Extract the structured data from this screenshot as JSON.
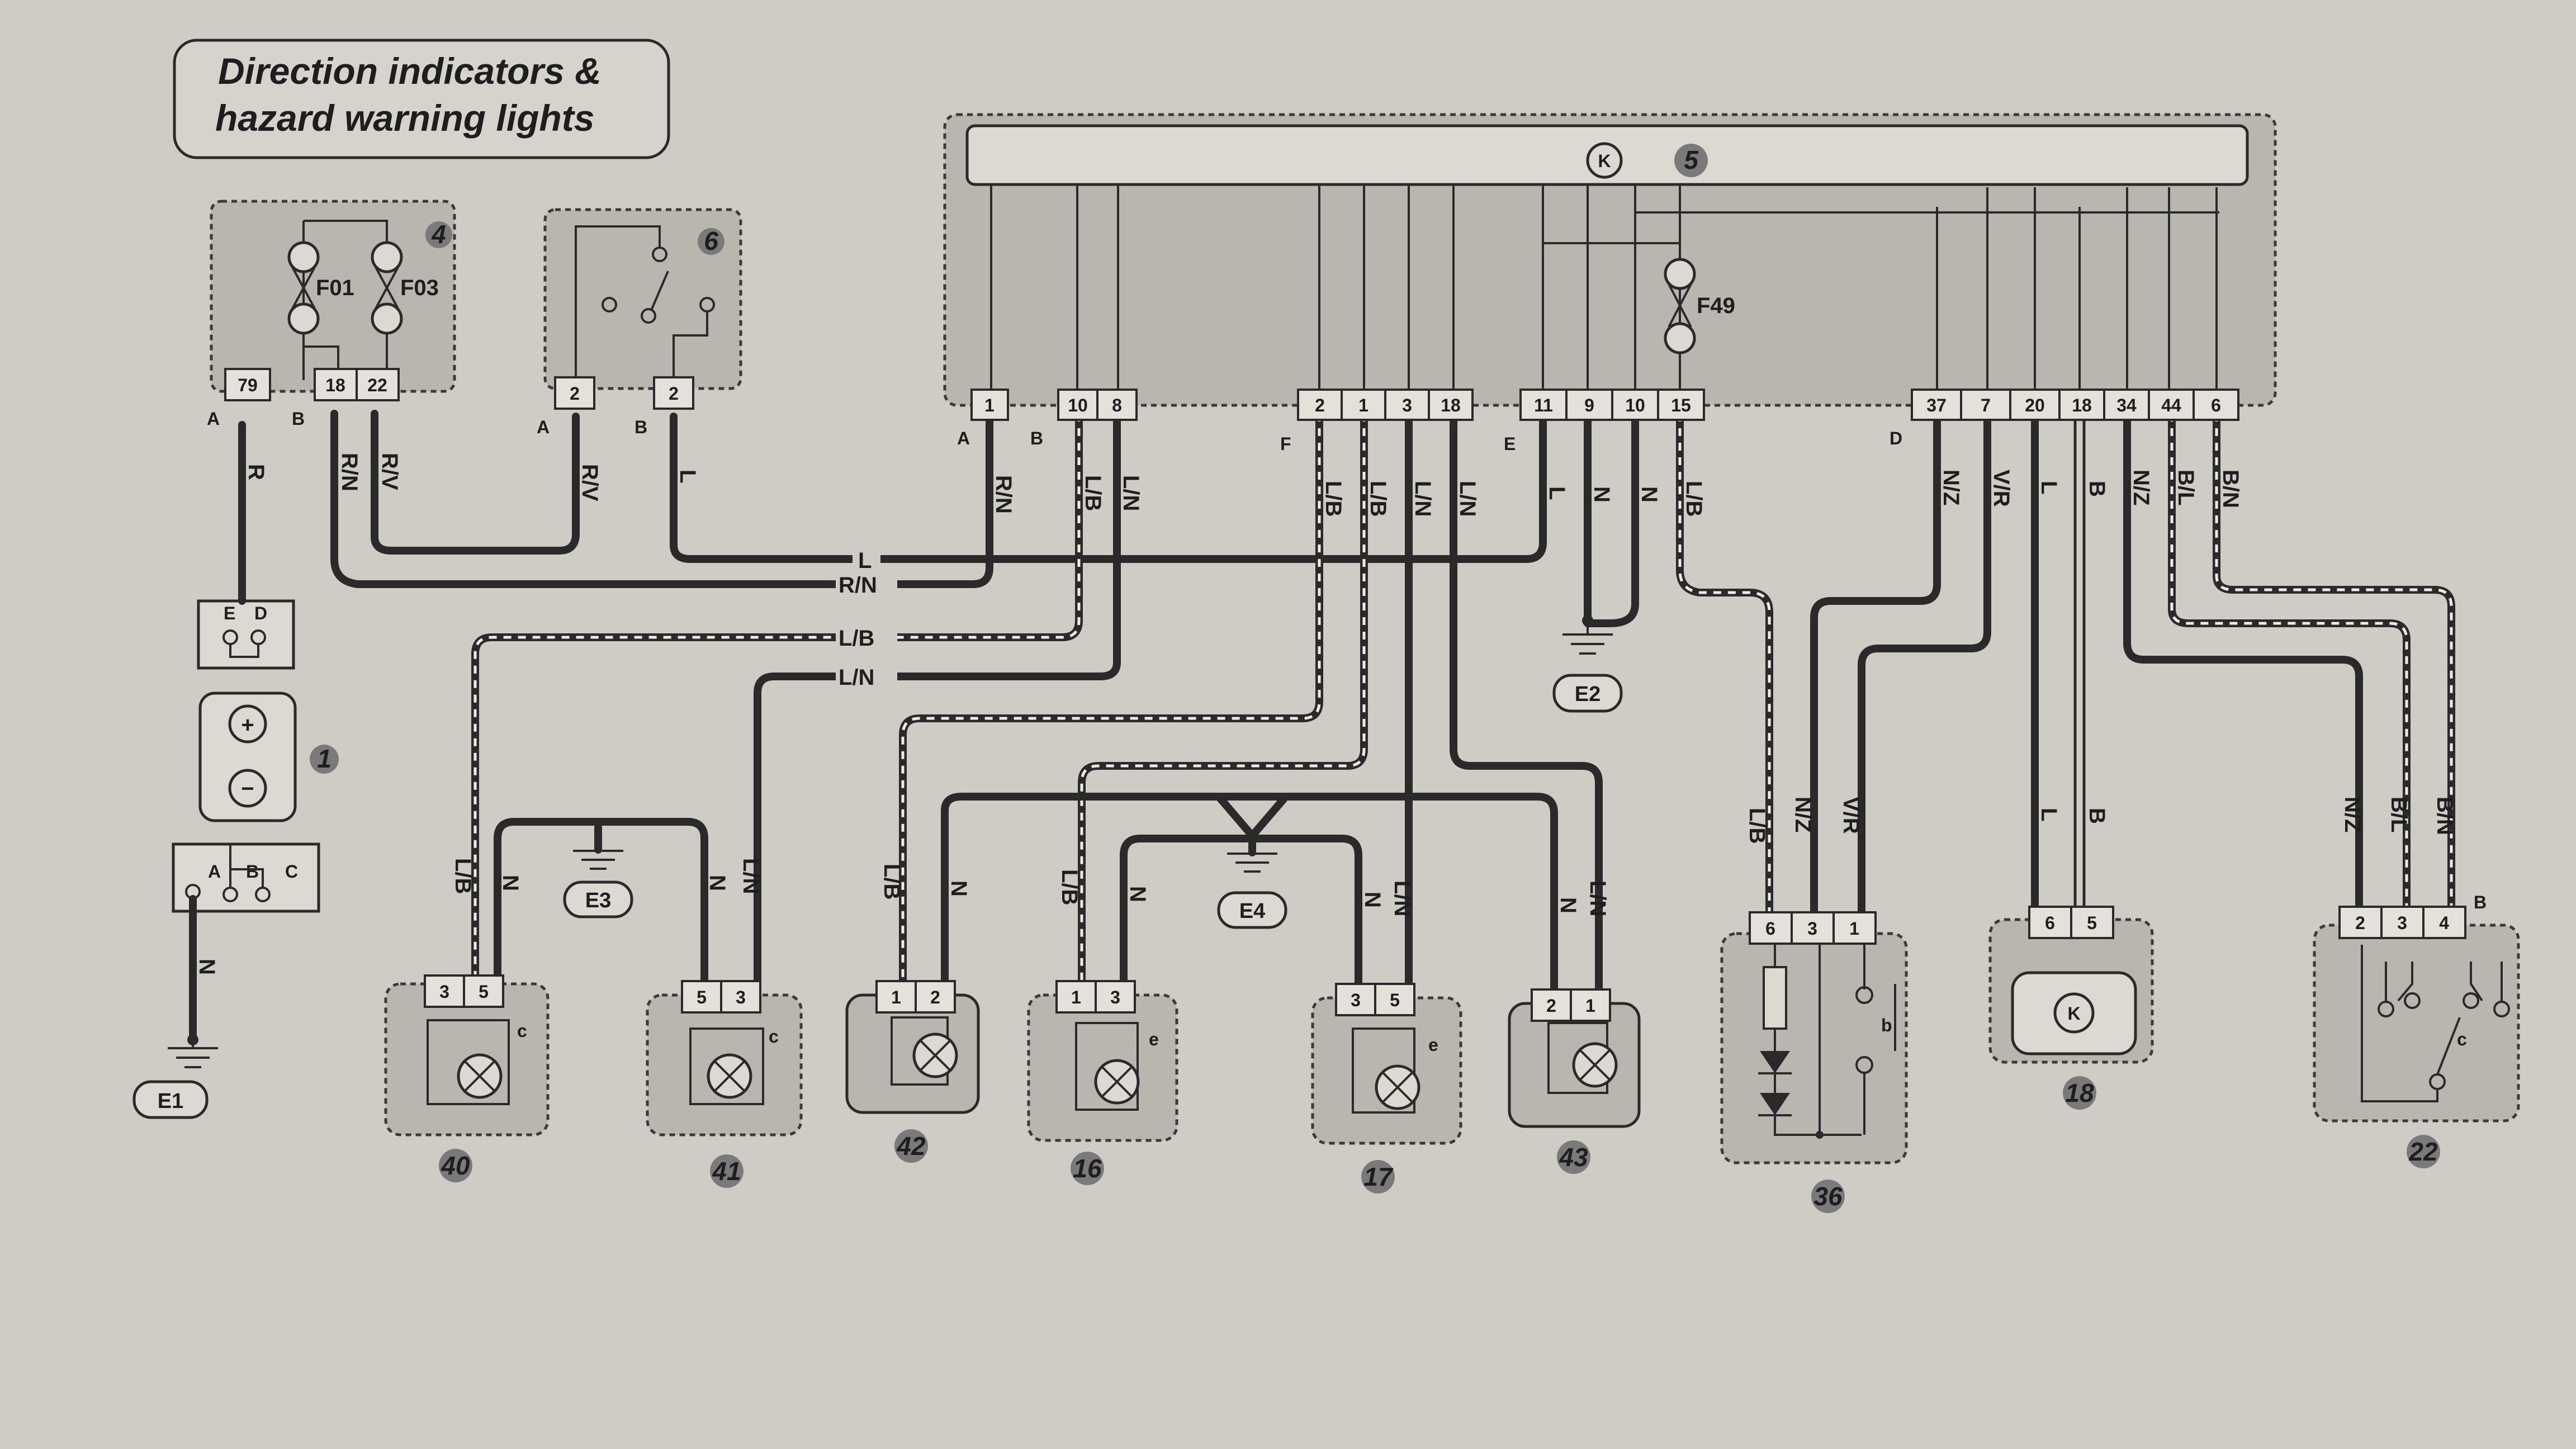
{
  "title_line1": "Direction indicators &",
  "title_line2": "hazard warning lights",
  "component_numbers": {
    "c1": "1",
    "c4": "4",
    "c5": "5",
    "c6": "6",
    "c16": "16",
    "c17": "17",
    "c18": "18",
    "c22": "22",
    "c36": "36",
    "c40": "40",
    "c41": "41",
    "c42": "42",
    "c43": "43"
  },
  "fuses": {
    "f01": "F01",
    "f03": "F03",
    "f49": "F49"
  },
  "grounds": {
    "e1": "E1",
    "e2": "E2",
    "e3": "E3",
    "e4": "E4"
  },
  "module_symbol": "K",
  "connector_letters": {
    "c4a": "A",
    "c4b": "B",
    "c6a": "A",
    "c6b": "B",
    "c5a": "A",
    "c5b": "B",
    "c5f": "F",
    "c5e": "E",
    "c5d": "D",
    "c22b": "B"
  },
  "battery_terminals": {
    "t_e": "E",
    "t_d": "D",
    "t_a": "A",
    "t_b": "B",
    "t_c": "C",
    "plus": "+",
    "minus": "−"
  },
  "pins": {
    "c4": [
      "79",
      "18",
      "22"
    ],
    "c6": [
      "2",
      "2"
    ],
    "c5a": [
      "1"
    ],
    "c5b": [
      "10",
      "8"
    ],
    "c5f": [
      "2",
      "1",
      "3",
      "18"
    ],
    "c5e": [
      "11",
      "9",
      "10",
      "15"
    ],
    "c5d": [
      "37",
      "7",
      "20",
      "18",
      "34",
      "44",
      "6"
    ],
    "c40": [
      "3",
      "5"
    ],
    "c41": [
      "5",
      "3"
    ],
    "c42": [
      "1",
      "2"
    ],
    "c16": [
      "1",
      "3"
    ],
    "c17": [
      "3",
      "5"
    ],
    "c43": [
      "2",
      "1"
    ],
    "c36": [
      "6",
      "3",
      "1"
    ],
    "c18": [
      "6",
      "5"
    ],
    "c22": [
      "2",
      "3",
      "4"
    ]
  },
  "wire_labels": {
    "r": "R",
    "rn": "R/N",
    "rv": "R/V",
    "l": "L",
    "lb": "L/B",
    "ln": "L/N",
    "n": "N",
    "nz": "N/Z",
    "vr": "V/R",
    "b": "B",
    "bl": "B/L",
    "bn": "B/N"
  },
  "bus_labels": [
    "L",
    "R/N",
    "L/B",
    "L/N"
  ],
  "small_letters": {
    "b": "b",
    "c": "c",
    "e": "e"
  }
}
